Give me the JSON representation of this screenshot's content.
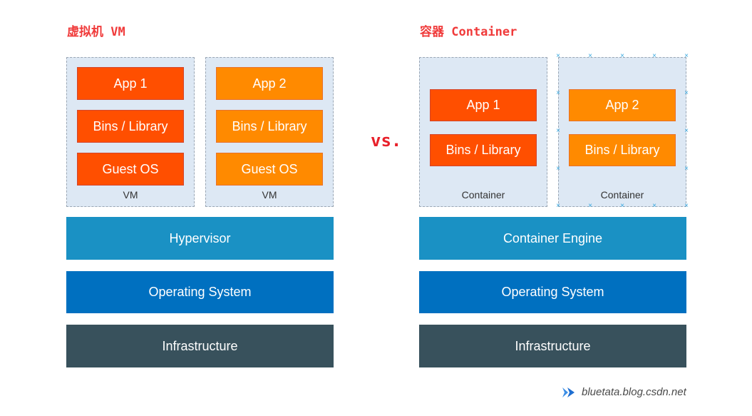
{
  "vm_section": {
    "title": "虚拟机 VM",
    "vms": [
      {
        "stack": [
          "App 1",
          "Bins / Library",
          "Guest OS"
        ],
        "caption": "VM"
      },
      {
        "stack": [
          "App 2",
          "Bins / Library",
          "Guest OS"
        ],
        "caption": "VM"
      }
    ],
    "layers": [
      "Hypervisor",
      "Operating System",
      "Infrastructure"
    ]
  },
  "container_section": {
    "title": "容器 Container",
    "containers": [
      {
        "stack": [
          "App 1",
          "Bins / Library"
        ],
        "caption": "Container"
      },
      {
        "stack": [
          "App 2",
          "Bins / Library"
        ],
        "caption": "Container"
      }
    ],
    "layers": [
      "Container Engine",
      "Operating System",
      "Infrastructure"
    ]
  },
  "vs_label": "vs.",
  "watermark": "bluetata.blog.csdn.net",
  "colors": {
    "title": "#f03a3a",
    "app1_stack": "#ff4f00",
    "app2_stack": "#ff8a00",
    "hypervisor": "#1a91c4",
    "operating_system": "#0070c0",
    "infrastructure": "#38515c",
    "panel": "#dde8f4"
  }
}
